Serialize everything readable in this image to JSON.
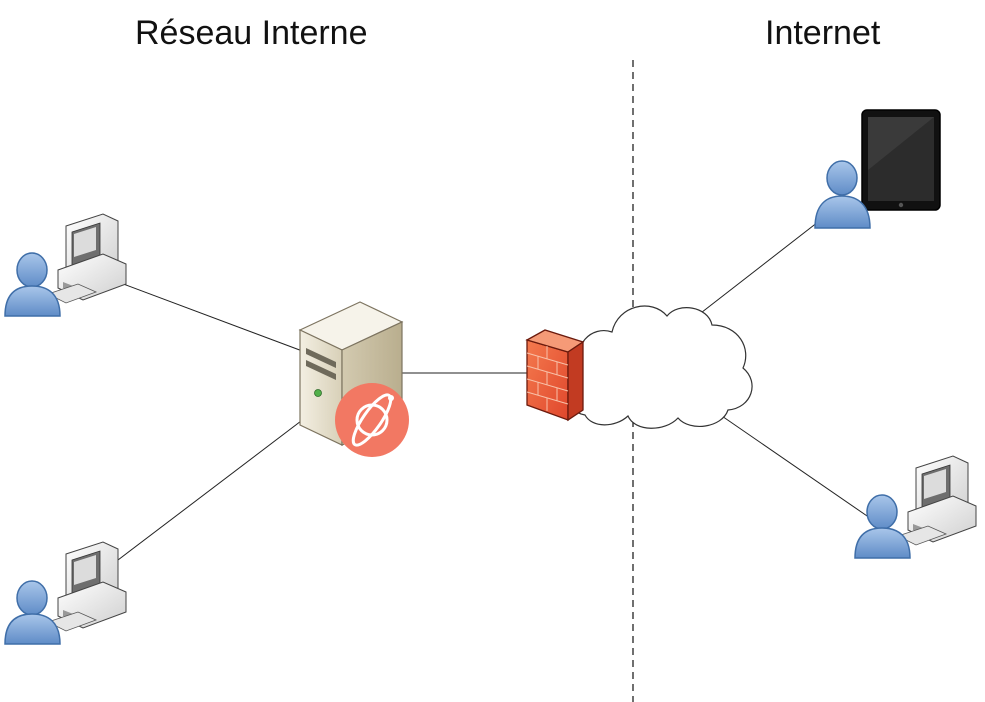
{
  "zones": {
    "internal": {
      "label": "Réseau Interne"
    },
    "internet": {
      "label": "Internet"
    }
  },
  "nodes": [
    {
      "id": "workstation-1",
      "icon": "user-workstation-icon",
      "zone": "internal"
    },
    {
      "id": "workstation-2",
      "icon": "user-workstation-icon",
      "zone": "internal"
    },
    {
      "id": "server",
      "icon": "server-icon",
      "zone": "internal",
      "badge_icon": "planet-orbit-icon",
      "badge_color": "#f27863"
    },
    {
      "id": "firewall",
      "icon": "firewall-icon",
      "color": "#e8573a"
    },
    {
      "id": "cloud",
      "icon": "cloud-icon"
    },
    {
      "id": "tablet-user",
      "icon": "user-tablet-icon",
      "zone": "internet"
    },
    {
      "id": "workstation-3",
      "icon": "user-workstation-icon",
      "zone": "internet"
    }
  ],
  "links": [
    [
      "workstation-1",
      "server"
    ],
    [
      "workstation-2",
      "server"
    ],
    [
      "server",
      "firewall"
    ],
    [
      "firewall",
      "cloud"
    ],
    [
      "cloud",
      "tablet-user"
    ],
    [
      "cloud",
      "workstation-3"
    ]
  ],
  "colors": {
    "user": "#7aa3d6",
    "user_dark": "#3f6ea8",
    "firewall": "#e8573a",
    "server_badge": "#f27863",
    "line": "#222222"
  }
}
